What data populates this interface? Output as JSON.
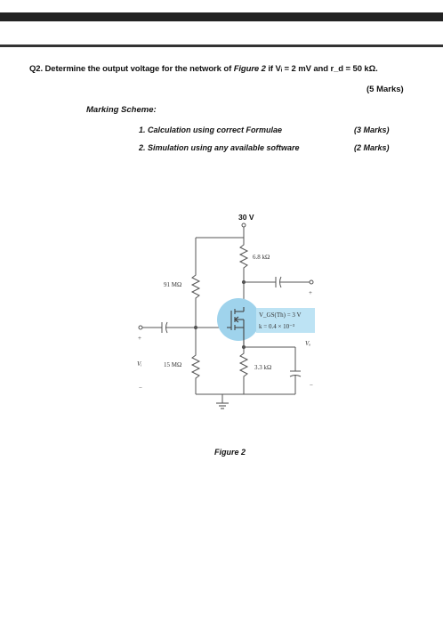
{
  "question": {
    "prefix": "Q2. Determine the output voltage for the network of ",
    "figure_ref": "Figure 2",
    "suffix": " if Vᵢ = 2 mV and r_d = 50 kΩ.",
    "marks": "(5 Marks)"
  },
  "marking_scheme": {
    "title": "Marking Scheme:",
    "items": [
      {
        "label": "1.  Calculation using correct Formulae",
        "marks": "(3 Marks)"
      },
      {
        "label": "2.  Simulation using any available software",
        "marks": "(2 Marks)"
      }
    ]
  },
  "figure": {
    "supply": "30 V",
    "rd": "6.8 kΩ",
    "r1": "91 MΩ",
    "r2": "15 MΩ",
    "rs": "3.3 kΩ",
    "vgs_th": "V_GS(Th) = 3 V",
    "k": "k = 0.4 × 10⁻³",
    "vin": "Vᵢ",
    "vout": "Vₒ",
    "plus": "+",
    "minus": "−",
    "caption": "Figure 2"
  },
  "colors": {
    "mosfet_highlight": "#9fd3ec",
    "label_highlight": "#bde3f4"
  }
}
